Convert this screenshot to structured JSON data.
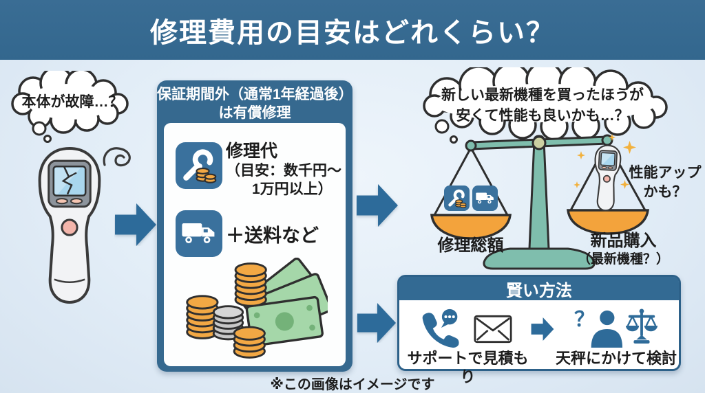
{
  "title": "修理費用の目安はどれくらい？",
  "caption": "※この画像はイメージです",
  "left_section": {
    "thought_bubble": "本体が故障…？"
  },
  "repair_box": {
    "header_line1": "保証期間外（通常1年経過後）",
    "header_line2": "は有償修理",
    "repair_fee": {
      "line1": "修理代",
      "line2": "（目安：数千円～",
      "line3": "1万円以上）"
    },
    "shipping": "＋送料など"
  },
  "comparison": {
    "thought_line1": "新しい最新機種を買ったほうが",
    "thought_line2": "安くて性能も良いかも…？",
    "left_pan_label": "修理総額",
    "right_pan_label1": "新品購入",
    "right_pan_label2": "（最新機種？）",
    "perf_note_line1": "性能アップ",
    "perf_note_line2": "かも？"
  },
  "smart_box": {
    "header": "賢い方法",
    "step1_label": "サポートで見積もり",
    "step2_label": "天秤にかけて検討",
    "question_glyph": "？"
  },
  "icons": {
    "broken_thermometer": "broken-device-illustration",
    "dizzy_squiggle": "frustration-scribble",
    "arrow_right": "→",
    "wrench_coins": "repair-cost-icon",
    "truck": "shipping-truck-icon",
    "money": "coins-and-bills-illustration",
    "balance_scale": "weighing-scale-illustration",
    "new_thermometer": "new-device-illustration",
    "sparkle": "✦",
    "phone_chat": "phone-support-icon",
    "envelope": "mail-icon",
    "thinking_person": "thinking-person-icon",
    "justice_scale": "⚖"
  },
  "colors": {
    "header_bg": "#356a91",
    "background": "#e2edf7",
    "box_blue": "#36698f",
    "icon_blue": "#3a719d",
    "arrow_blue": "#2d6b9a",
    "pan_orange": "#f3a33c",
    "coin_orange": "#f2a844",
    "bill_green": "#a5d7a9",
    "scale_teal": "#7fbead",
    "text_dark": "#1c1c1c",
    "white": "#ffffff"
  }
}
